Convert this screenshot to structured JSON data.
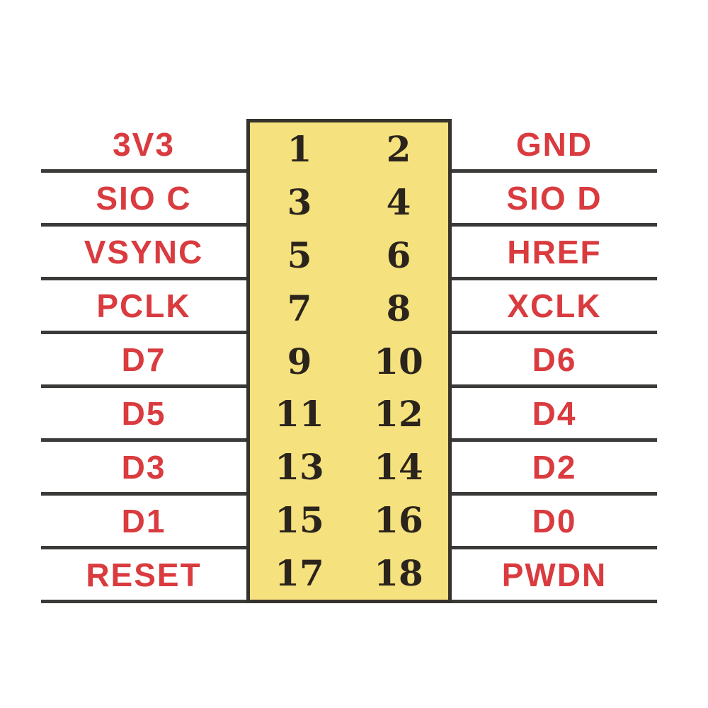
{
  "diagram": {
    "kind": "pin-header-pinout",
    "pins_total": 18,
    "rows": [
      {
        "left_label": "3V3",
        "left_pin": "1",
        "right_pin": "2",
        "right_label": "GND"
      },
      {
        "left_label": "SIO C",
        "left_pin": "3",
        "right_pin": "4",
        "right_label": "SIO D"
      },
      {
        "left_label": "VSYNC",
        "left_pin": "5",
        "right_pin": "6",
        "right_label": "HREF"
      },
      {
        "left_label": "PCLK",
        "left_pin": "7",
        "right_pin": "8",
        "right_label": "XCLK"
      },
      {
        "left_label": "D7",
        "left_pin": "9",
        "right_pin": "10",
        "right_label": "D6"
      },
      {
        "left_label": "D5",
        "left_pin": "11",
        "right_pin": "12",
        "right_label": "D4"
      },
      {
        "left_label": "D3",
        "left_pin": "13",
        "right_pin": "14",
        "right_label": "D2"
      },
      {
        "left_label": "D1",
        "left_pin": "15",
        "right_pin": "16",
        "right_label": "D0"
      },
      {
        "left_label": "RESET",
        "left_pin": "17",
        "right_pin": "18",
        "right_label": "PWDN"
      }
    ],
    "colors": {
      "background": "#ffffff",
      "connector_fill": "#f5e17d",
      "connector_border": "#35332c",
      "wire_line": "#3a3a38",
      "label_text": "#d93b3f",
      "pin_number_text": "#2b241d"
    }
  }
}
